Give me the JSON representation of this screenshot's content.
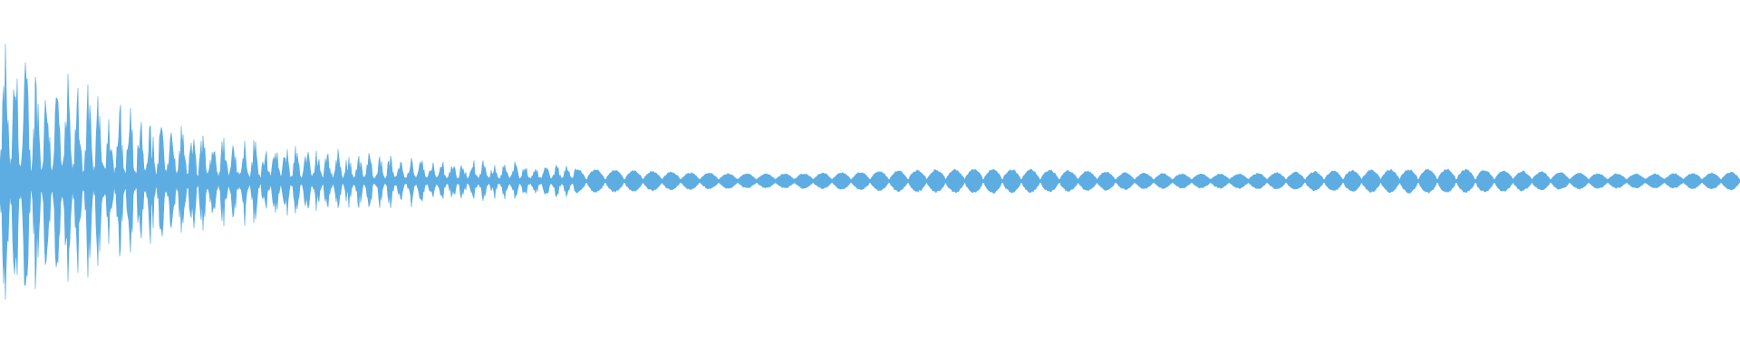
{
  "waveform": {
    "color": "#5dade2",
    "background": "#ffffff",
    "style": "decaying-pulse-train",
    "initial_amplitude": 0.82,
    "steady_amplitude": 0.12,
    "pulse_count": 96
  }
}
